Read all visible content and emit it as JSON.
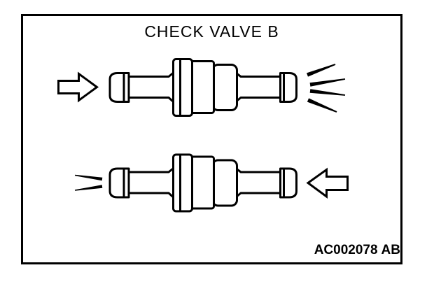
{
  "figure": {
    "title": "CHECK VALVE B",
    "code": "AC002078",
    "code_suffix": "AB"
  },
  "colors": {
    "line": "#000000",
    "background": "#ffffff"
  },
  "icons": {
    "top_inlet": "arrow-right-icon",
    "top_outlet": "free-flow-lines-icon",
    "bottom_inlet": "arrow-left-icon",
    "bottom_outlet": "blocked-flow-lines-icon"
  },
  "valves": [
    {
      "position": "top",
      "inlet_side": "left",
      "inlet_arrow_direction": "right",
      "outlet_effect": "air-flows-out"
    },
    {
      "position": "bottom",
      "inlet_side": "right",
      "inlet_arrow_direction": "left",
      "outlet_effect": "air-blocked"
    }
  ]
}
